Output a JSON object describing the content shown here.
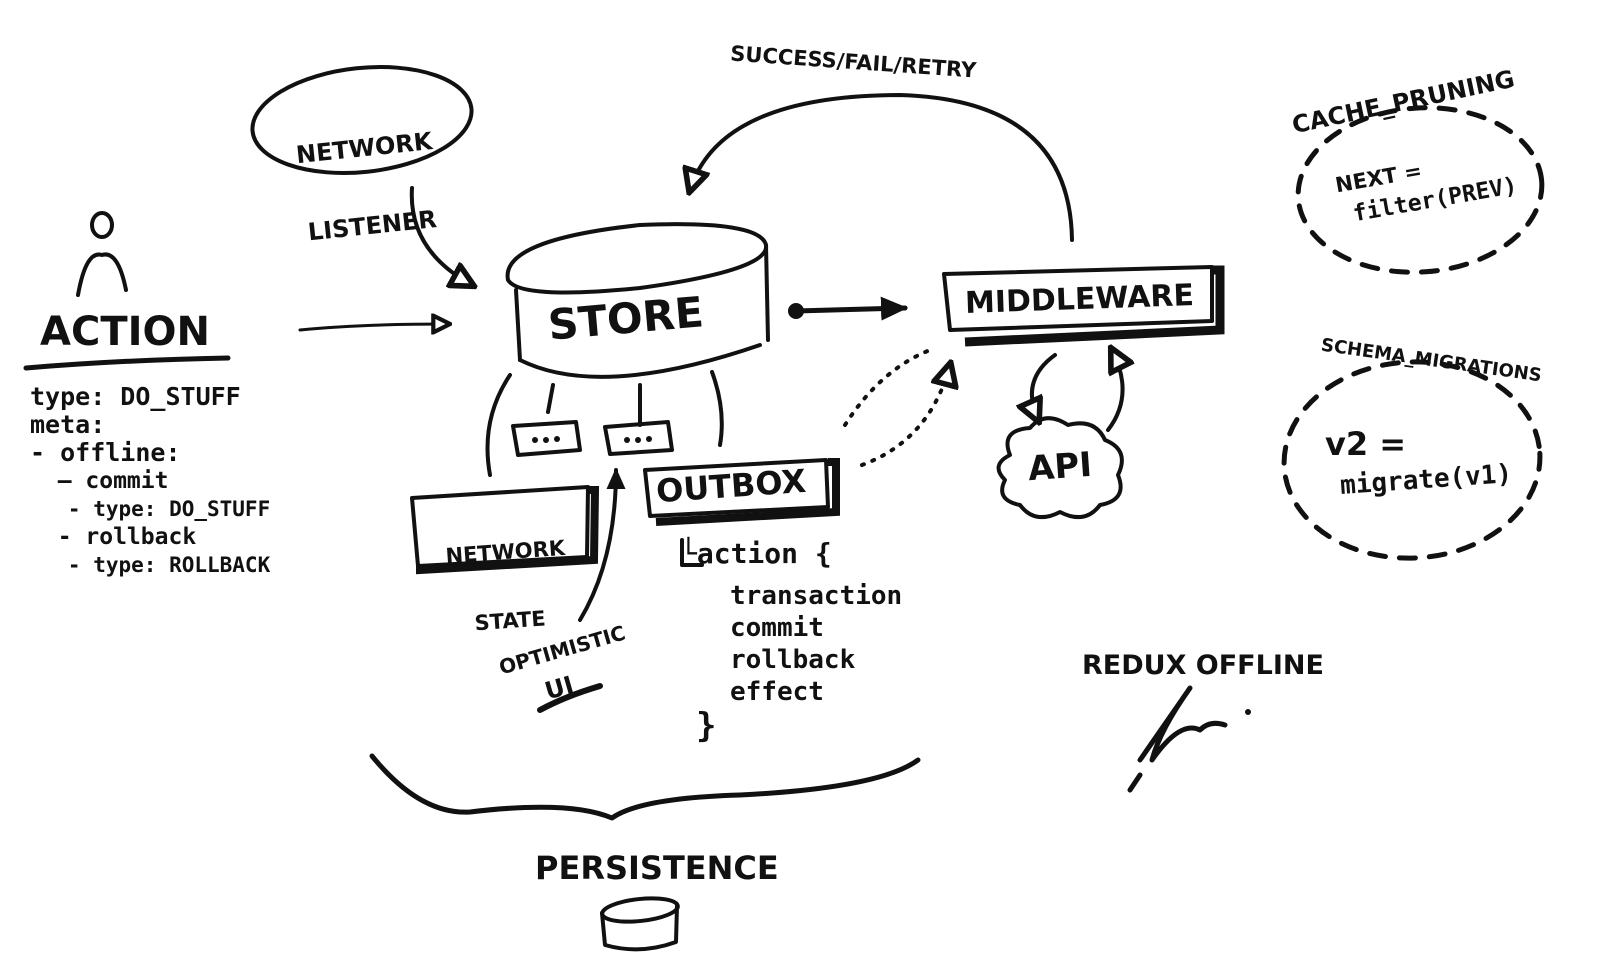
{
  "diagram": {
    "title": "REDUX OFFLINE",
    "signature": "Jani",
    "nodes": {
      "action": {
        "label": "ACTION",
        "icon": "person-icon",
        "details": [
          "type: DO_STUFF",
          "meta:",
          "- offline:",
          "  — commit",
          "   - type: DO_STUFF",
          "  - rollback",
          "   - type: ROLLBACK"
        ]
      },
      "network_listener": {
        "label_line1": "NETWORK",
        "label_line2": "LISTENER"
      },
      "store": {
        "label": "STORE",
        "slots": [
          "...",
          "..."
        ]
      },
      "middleware": {
        "label": "MIDDLEWARE"
      },
      "api": {
        "label": "API"
      },
      "network_state": {
        "label_line1": "NETWORK",
        "label_line2": "STATE"
      },
      "outbox": {
        "label": "OUTBOX",
        "action_open": "└action {",
        "action_fields": [
          "transaction",
          "commit",
          "rollback",
          "effect"
        ],
        "action_close": "}"
      },
      "optimistic_ui": {
        "label_line1": "OPTIMISTIC",
        "label_line2": "UI"
      },
      "persistence": {
        "label": "PERSISTENCE"
      },
      "cache_pruning": {
        "title": "CACHE_PRUNING",
        "line1": "NEXT =",
        "line2": "filter(PREV)"
      },
      "schema_migrations": {
        "title": "SCHEMA_MIGRATIONS",
        "line1": "v2 =",
        "line2": "migrate(v1)"
      }
    },
    "edges": {
      "feedback_label": "SUCCESS/FAIL/RETRY"
    }
  }
}
